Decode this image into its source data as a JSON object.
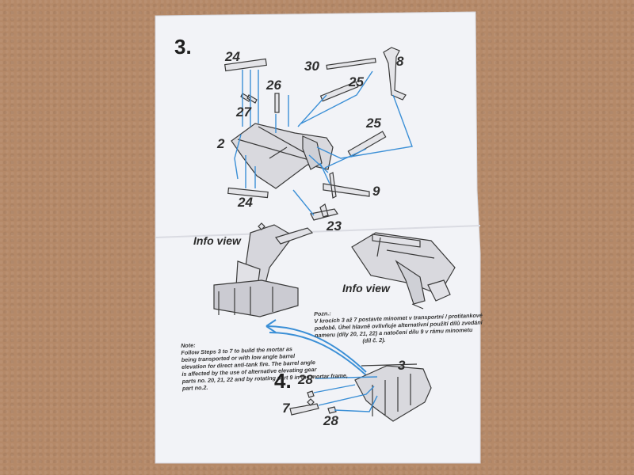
{
  "colors": {
    "background": "#b58968",
    "paper": "#f2f3f7",
    "ink": "#2a2a2a",
    "callout_blue": "#3b8fd6"
  },
  "step3": {
    "number": "3."
  },
  "step4": {
    "number": "4."
  },
  "parts": {
    "p24_top": "24",
    "p30": "30",
    "p8": "8",
    "p26": "26",
    "p25_a": "25",
    "p27": "27",
    "p25_b": "25",
    "p2": "2",
    "p9": "9",
    "p24_bottom": "24",
    "p23": "23",
    "p3": "3",
    "p28_a": "28",
    "p7": "7",
    "p28_b": "28"
  },
  "info_views": {
    "left": "Info view",
    "right": "Info view"
  },
  "note_en": {
    "lines": [
      "Note:",
      "Follow Steps 3 to 7 to build the mortar as",
      "being transported or with low angle barrel",
      "elevation for direct anti-tank fire. The barrel angle",
      "is affected by the use of alternative elevating gear",
      "parts no. 20, 21, 22 and by rotating part 9 in the mortar frame,",
      "part no.2."
    ]
  },
  "note_cz": {
    "lines": [
      "Pozn.:",
      "V krocích 3 až 7 postavte minomet v transportní / protitankové",
      "podobě. Úhel hlavně ovlivňuje alternativní použití dílů zvedání",
      "nameru (díly 20, 21, 22) a natočení dílu 9 v rámu minometu",
      "(díl č. 2)."
    ]
  }
}
